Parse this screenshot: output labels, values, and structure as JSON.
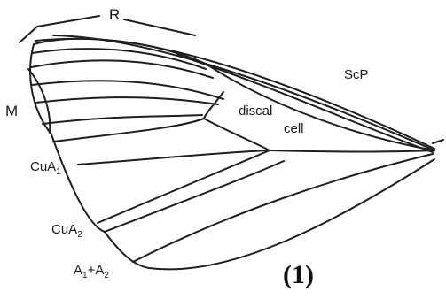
{
  "figure": {
    "labels": {
      "R": "R",
      "ScP": "ScP",
      "M": "M",
      "discal": "discal",
      "cell": "cell",
      "CuA1_main": "CuA",
      "CuA1_sub": "1",
      "CuA2_main": "CuA",
      "CuA2_sub": "2",
      "A_main1": "A",
      "A_sub1": "1",
      "A_plus": "+A",
      "A_sub2": "2"
    },
    "figure_number": "(1)"
  }
}
